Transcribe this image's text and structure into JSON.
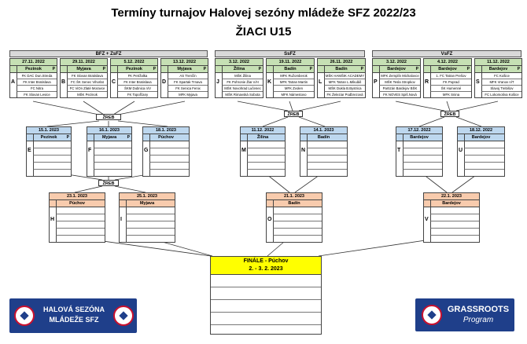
{
  "title_line1": "Termíny turnajov Halovej sezóny mládeže SFZ 2022/23",
  "title_line2": "ŽIACI U15",
  "regions": [
    "BFZ + ZsFZ",
    "SsFZ",
    "VsFZ"
  ],
  "zreb_label": "ŽREB",
  "round1": [
    {
      "letter": "A",
      "date": "27.11. 2022",
      "venue": "Pezinok",
      "p": "P",
      "teams": [
        "FK DAC Dun.Streda",
        "FK Inter Bratislava",
        "FC Nitra",
        "FK Slovan Levice"
      ]
    },
    {
      "letter": "B",
      "date": "29.11. 2022",
      "venue": "Myjava",
      "p": "P",
      "teams": [
        "FK Slovan Bratislava",
        "FC ŠK Senec Vihorlat",
        "FC ViOn Zlaté Moravce",
        "MŠK Pezinok"
      ]
    },
    {
      "letter": "C",
      "date": "5.12. 2022",
      "venue": "Pezinok",
      "p": "P",
      "teams": [
        "FK Petržalka",
        "FK Inter Bratislava",
        "ŠKM Dubnica n/V",
        "FK Topoľčany"
      ]
    },
    {
      "letter": "D",
      "date": "13.12. 2022",
      "venue": "Myjava",
      "p": "P",
      "teams": [
        "AS Trenčín",
        "FK Spartak Trnava",
        "FK Senica Fenix",
        "MFK Myjava"
      ]
    },
    {
      "letter": "J",
      "date": "3.12. 2022",
      "venue": "Žilina",
      "p": "P",
      "teams": [
        "MŠK Žilina",
        "FK Pohronie Žiar n/H",
        "MŠK Novohrad Lučenec",
        "MŠK Rimavská Sobota"
      ]
    },
    {
      "letter": "K",
      "date": "19.11. 2022",
      "venue": "Badín",
      "p": "P",
      "teams": [
        "MFK Ružomberok",
        "MFK Tatran Martin",
        "MFK Zvolen",
        "MFK Námestovo"
      ]
    },
    {
      "letter": "L",
      "date": "26.11. 2022",
      "venue": "Badín",
      "p": "P",
      "teams": [
        "MŠK HAMŠIK ACADEMY",
        "MFK Tatran L.Mikuláš",
        "MŠK Dukla B.Bystrica",
        "FK Železiar Podbrezová"
      ]
    },
    {
      "letter": "P",
      "date": "3.12. 2022",
      "venue": "Bardejov",
      "p": "P",
      "teams": [
        "MFK Zemplín Michalovce",
        "MŠK Tesla Stropkov",
        "Partizán Bardejov BŠK",
        "FK NOVES Spiš.Nová"
      ]
    },
    {
      "letter": "R",
      "date": "4.12. 2022",
      "venue": "Bardejov",
      "p": "P",
      "teams": [
        "1. FC Tatran Prešov",
        "FK Poprad",
        "ŠK Humenné",
        "MFK Snina"
      ]
    },
    {
      "letter": "S",
      "date": "11.12. 2022",
      "venue": "Bardejov",
      "p": "P",
      "teams": [
        "FC Košice",
        "MFK Vranov n/T",
        "Slavoj Trebišov",
        "FC Lokomotíva Košice"
      ]
    }
  ],
  "round2": [
    {
      "letter": "E",
      "date": "15.1. 2023",
      "venue": "Pezinok",
      "p": "P"
    },
    {
      "letter": "F",
      "date": "16.1. 2023",
      "venue": "Myjava",
      "p": "P"
    },
    {
      "letter": "G",
      "date": "18.1. 2023",
      "venue": "Púchov",
      "p": ""
    },
    {
      "letter": "M",
      "date": "11.12. 2022",
      "venue": "Žilina",
      "p": ""
    },
    {
      "letter": "N",
      "date": "14.1. 2023",
      "venue": "Badín",
      "p": ""
    },
    {
      "letter": "T",
      "date": "17.12. 2022",
      "venue": "Bardejov",
      "p": ""
    },
    {
      "letter": "U",
      "date": "18.12. 2022",
      "venue": "Bardejov",
      "p": ""
    }
  ],
  "round3": [
    {
      "letter": "H",
      "date": "23.1. 2023",
      "venue": "Púchov"
    },
    {
      "letter": "I",
      "date": "25.1. 2023",
      "venue": "Myjava"
    },
    {
      "letter": "O",
      "date": "21.1. 2023",
      "venue": "Badín"
    },
    {
      "letter": "V",
      "date": "22.1. 2023",
      "venue": "Bardejov"
    }
  ],
  "final": {
    "line1": "FINÁLE -  Púchov",
    "line2": "2. - 3. 2. 2023"
  },
  "logo_left": {
    "line1": "HALOVÁ SEZÓNA",
    "line2": "MLÁDEŽE SFZ"
  },
  "logo_right": {
    "line1": "GRASSROOTS",
    "line2": "Program"
  },
  "colors": {
    "round1": "#c6e0b4",
    "round2": "#bdd7ee",
    "round3": "#f8cbad",
    "final": "#ffff00",
    "logo_bg": "#1f3f8a"
  }
}
